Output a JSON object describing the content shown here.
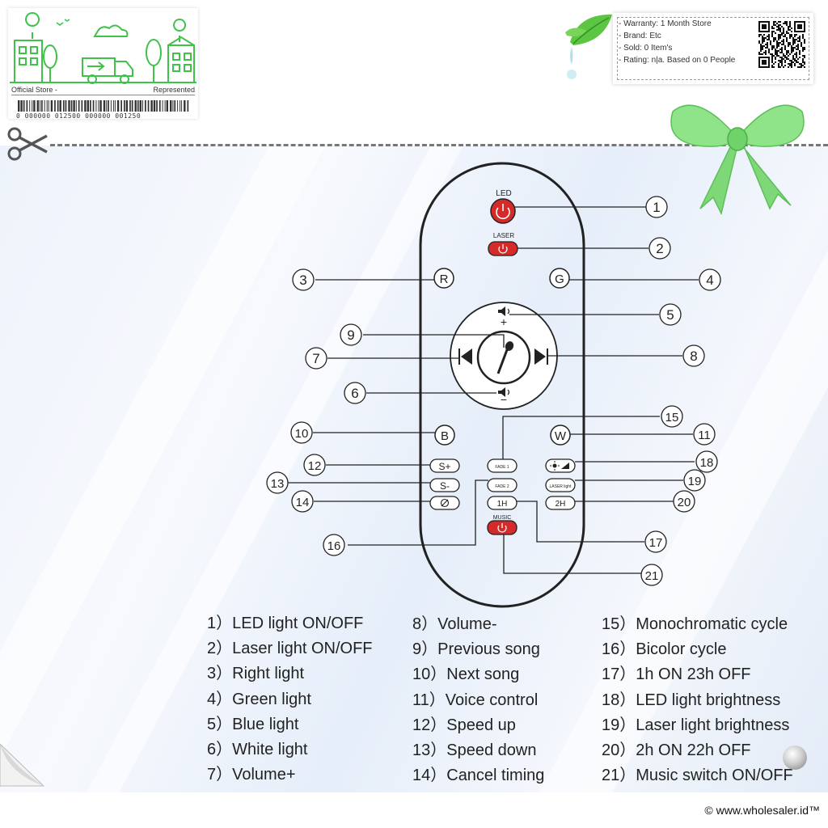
{
  "store": {
    "left_label": "Official Store -",
    "right_label": "Represented",
    "barcode_text": "0 000000 012500 000000 001250"
  },
  "info": {
    "warranty": "- Warranty: 1 Month Store",
    "brand": "- Brand: Etc",
    "sold": "- Sold: 0 Item's",
    "rating": "- Rating: n|a. Based on 0 People"
  },
  "remote": {
    "led_label": "LED",
    "laser_label": "LASER",
    "music_label": "MUSIC",
    "btn_r": "R",
    "btn_g": "G",
    "btn_b": "B",
    "btn_w": "W",
    "btn_s_plus": "S+",
    "btn_s_minus": "S-",
    "btn_1h": "1H",
    "btn_2h": "2H",
    "fade1": "FADE 1",
    "fade2": "FADE 2",
    "laser_light": "LASER light",
    "vol_plus": "+",
    "vol_minus": "−"
  },
  "callouts": [
    "1",
    "2",
    "3",
    "4",
    "5",
    "6",
    "7",
    "8",
    "9",
    "10",
    "11",
    "12",
    "13",
    "14",
    "15",
    "16",
    "17",
    "18",
    "19",
    "20",
    "21"
  ],
  "legend": {
    "col1": [
      "1）LED light ON/OFF",
      "2）Laser light ON/OFF",
      "3）Right light",
      "4）Green light",
      "5）Blue light",
      "6）White light",
      "7）Volume+"
    ],
    "col2": [
      "8）Volume-",
      "9）Previous song",
      "10）Next song",
      "11）Voice control",
      "12）Speed up",
      "13）Speed down",
      "14）Cancel timing"
    ],
    "col3": [
      "15）Monochromatic cycle",
      "16）Bicolor cycle",
      "17）1h ON 23h OFF",
      "18）LED light brightness",
      "19）Laser light brightness",
      "20）2h ON 22h OFF",
      "21）Music switch ON/OFF"
    ]
  },
  "copyright": "© www.wholesaler.id™",
  "colors": {
    "red": "#d42a2a",
    "green_accent": "#3fc24a",
    "line": "#222222"
  },
  "icons": [
    "scissors-icon",
    "bow-icon",
    "leaf-icon",
    "qr-code-icon",
    "power-icon",
    "microphone-icon",
    "speaker-icon",
    "prev-icon",
    "next-icon",
    "cancel-timer-icon",
    "brightness-icon"
  ]
}
